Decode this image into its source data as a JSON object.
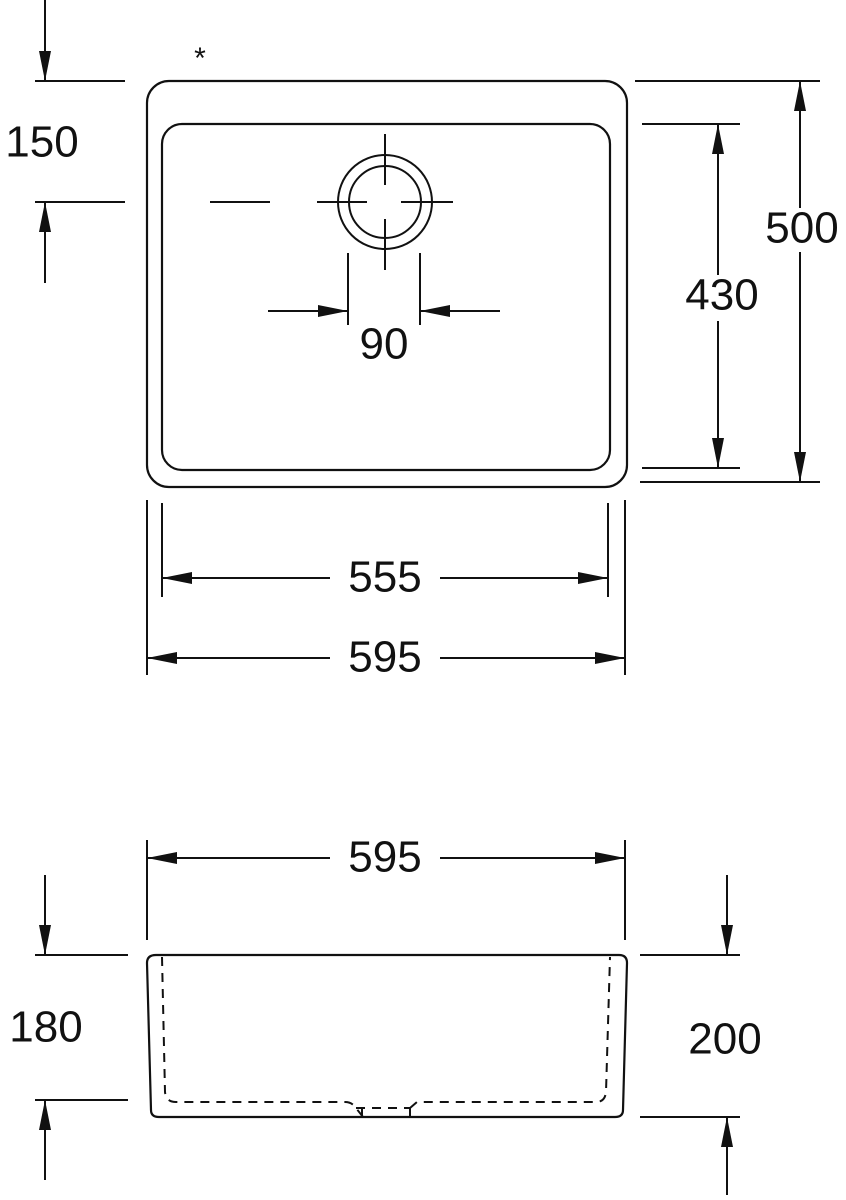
{
  "top_view": {
    "marker": "*",
    "dims": {
      "drain_offset": "150",
      "outer_depth": "500",
      "inner_depth": "430",
      "drain_diameter": "90",
      "inner_width": "555",
      "outer_width": "595"
    }
  },
  "side_view": {
    "dims": {
      "outer_width": "595",
      "inner_height": "180",
      "outer_height": "200"
    }
  },
  "colors": {
    "line": "#111111",
    "background": "#ffffff"
  }
}
